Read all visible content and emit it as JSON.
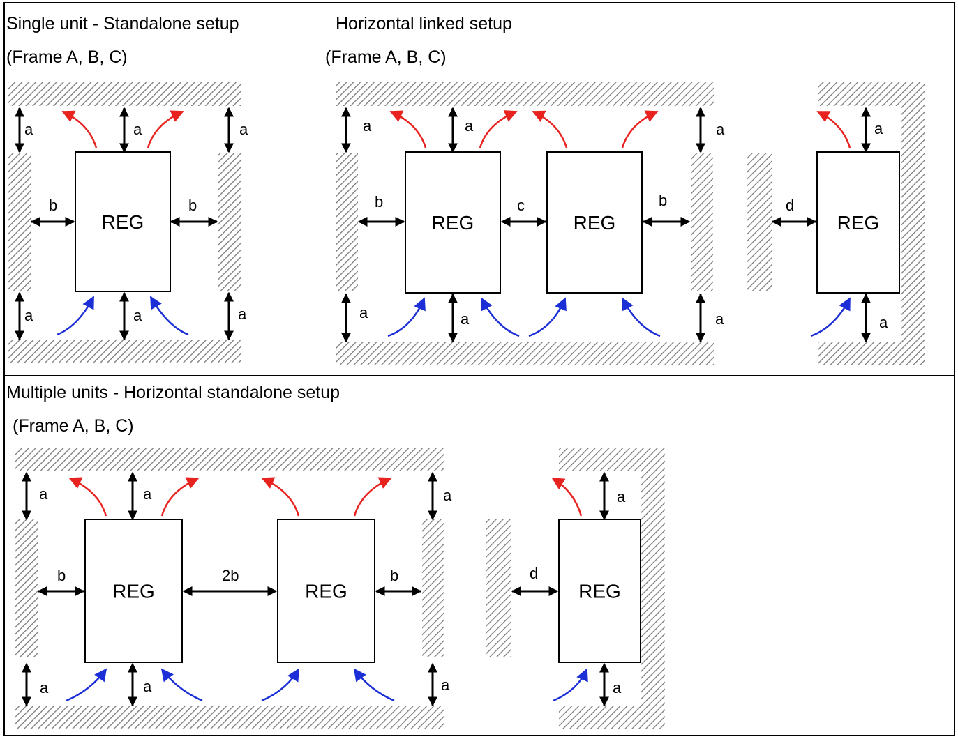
{
  "panels": {
    "single": {
      "title": "Single unit - Standalone setup",
      "subtitle": "(Frame A, B, C)"
    },
    "linked": {
      "title": "Horizontal linked setup",
      "subtitle": "(Frame A, B, C)"
    },
    "multiple": {
      "title": "Multiple units - Horizontal standalone setup",
      "subtitle": "(Frame A, B, C)"
    }
  },
  "unit_label": "REG",
  "clearances": {
    "a": "a",
    "b": "b",
    "c": "c",
    "d": "d",
    "two_b": "2b"
  },
  "colors": {
    "exhaust_air": "#e8231f",
    "intake_air": "#1c2fd6",
    "wall_hatch": "#7a7a7a"
  }
}
